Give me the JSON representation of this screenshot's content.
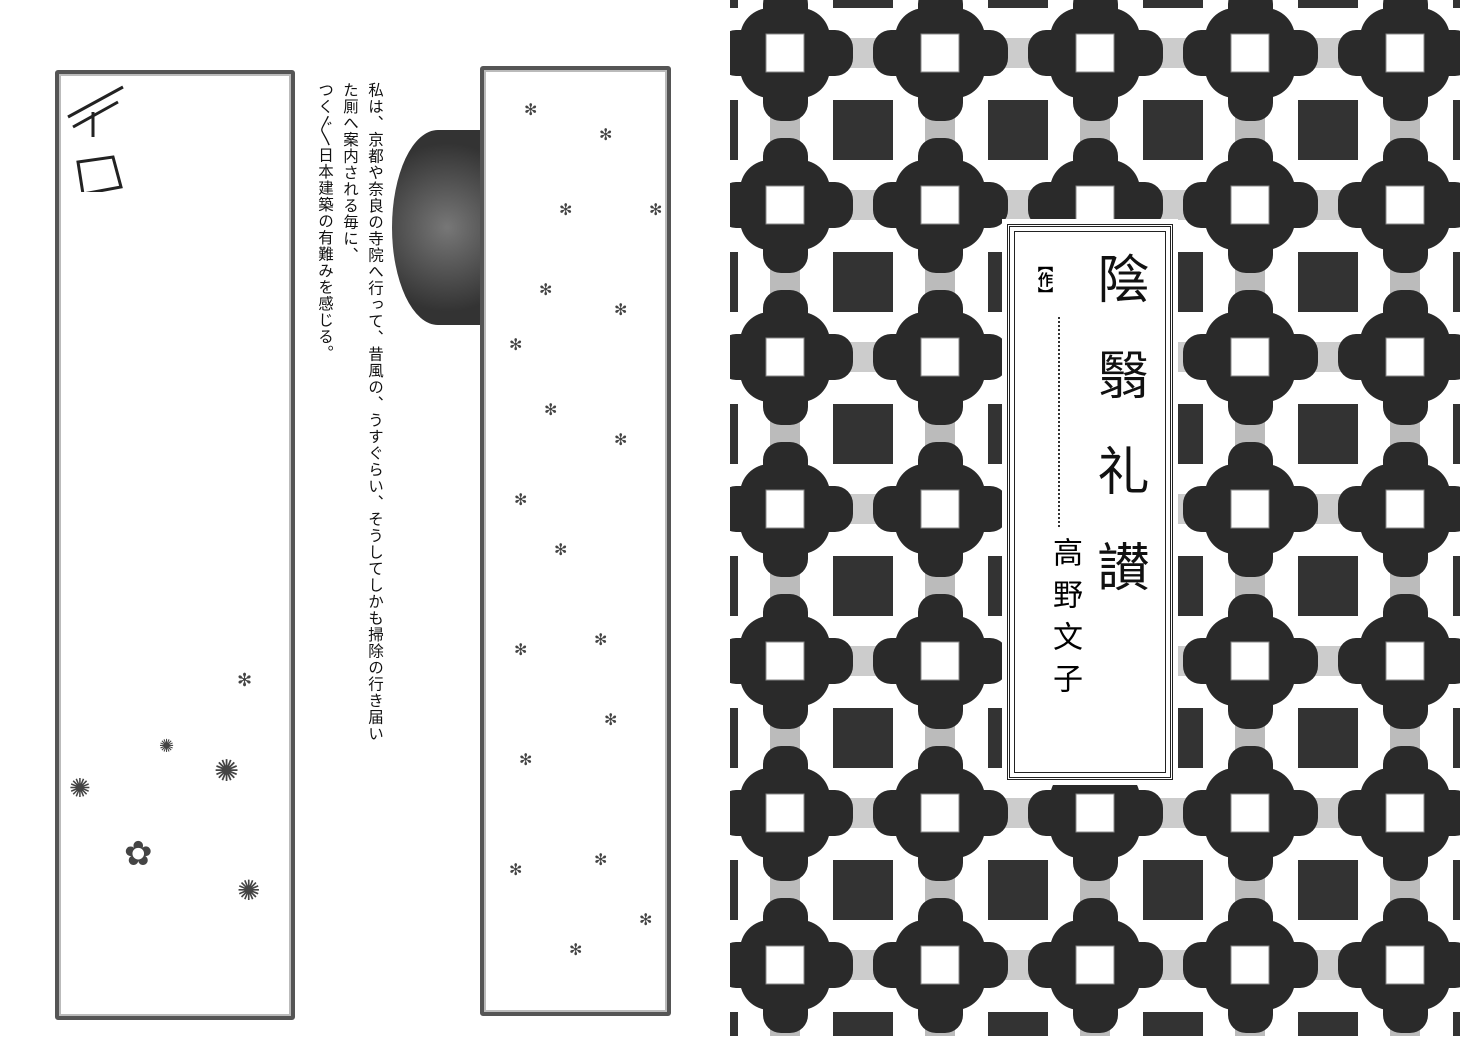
{
  "narration": {
    "lines": [
      "私は、京都や奈良の寺院へ行って、昔風の、うすぐらい、そうしてしかも掃除の行き届いた厠へ案内される毎に、",
      "つく〴〵日本建築の有難みを感じる。"
    ]
  },
  "cover": {
    "title": "陰翳礼讃",
    "role_label": "【作】",
    "author": "高野文子"
  },
  "colors": {
    "ink": "#111111",
    "pattern_dark": "#2a2a2a",
    "pattern_gray": "#9a9a9a"
  }
}
